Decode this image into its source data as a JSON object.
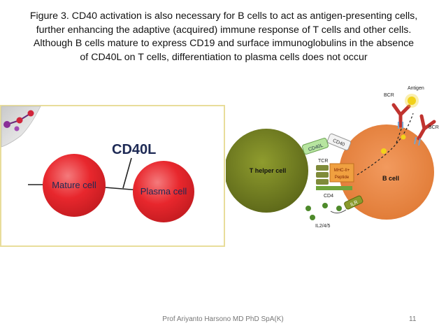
{
  "caption": {
    "line1": "Figure 3. CD40 activation is also necessary for B cells to act as antigen-presenting cells,",
    "line2": "further enhancing the adaptive (acquired) immune response of T cells and other cells.",
    "line3": "Although B cells mature to express CD19 and surface immunoglobulins in the absence",
    "line4": "of CD40L on T cells, differentiation to plasma cells does not occur"
  },
  "left_diagram": {
    "ligand_label": "CD40L",
    "mature_cell_label": "Mature cell",
    "plasma_cell_label": "Plasma cell"
  },
  "right_diagram": {
    "t_cell_label": "T helper cell",
    "b_cell_label": "B cell",
    "bcr_left": "BCR",
    "bcr_right": "BCR",
    "antigen": "Antigen",
    "cd40l": "CD40L",
    "cd40": "CD40",
    "tcr": "TCR",
    "mhc_line1": "MHC-II+",
    "mhc_line2": "Peptide",
    "cd4": "CD4",
    "il_receptor": "ILR",
    "il_cytokines": "IL2/4/5"
  },
  "footer": {
    "author": "Prof Ariyanto Harsono MD PhD SpA(K)",
    "page_number": "11"
  },
  "colors": {
    "red_cell": "#e8272d",
    "t_cell": "#7d8a26",
    "b_cell": "#ec8a47",
    "frame": "#e8dd9a"
  }
}
